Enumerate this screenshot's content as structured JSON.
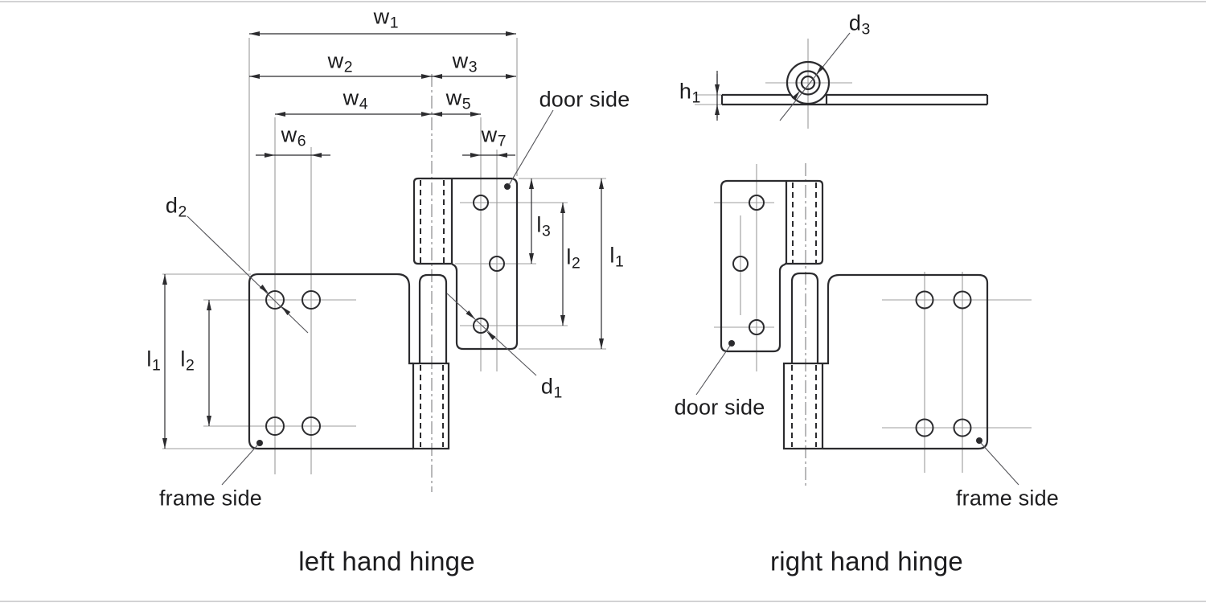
{
  "title": "hinge technical drawing",
  "captions": {
    "left": "left hand hinge",
    "right": "right hand hinge"
  },
  "annotations": {
    "door_side_left": "door side",
    "frame_side_left": "frame side",
    "door_side_right": "door side",
    "frame_side_right": "frame side"
  },
  "dimension_labels": {
    "w1": {
      "main": "w",
      "sub": "1"
    },
    "w2": {
      "main": "w",
      "sub": "2"
    },
    "w3": {
      "main": "w",
      "sub": "3"
    },
    "w4": {
      "main": "w",
      "sub": "4"
    },
    "w5": {
      "main": "w",
      "sub": "5"
    },
    "w6": {
      "main": "w",
      "sub": "6"
    },
    "w7": {
      "main": "w",
      "sub": "7"
    },
    "l1_left": {
      "main": "l",
      "sub": "1"
    },
    "l2_left": {
      "main": "l",
      "sub": "2"
    },
    "l1_right": {
      "main": "l",
      "sub": "1"
    },
    "l2_right": {
      "main": "l",
      "sub": "2"
    },
    "l3_right": {
      "main": "l",
      "sub": "3"
    },
    "d1": {
      "main": "d",
      "sub": "1"
    },
    "d2": {
      "main": "d",
      "sub": "2"
    },
    "d3": {
      "main": "d",
      "sub": "3"
    },
    "h1": {
      "main": "h",
      "sub": "1"
    }
  },
  "colors": {
    "outline": "#2b2b2e",
    "dimension": "#2b2b2e",
    "centerline": "#9c9c9c",
    "axis": "#7d7d80",
    "text": "#1c1c1e",
    "background": "#ffffff"
  },
  "views": {
    "left": "front view of left hand hinge with width dimensions w1-w7, lengths l1-l3, hole diameters d1 and d2",
    "right_top": "edge view of right hand hinge with barrel diameter d3 and leaf thickness h1",
    "right_front": "front view of right hand hinge"
  }
}
